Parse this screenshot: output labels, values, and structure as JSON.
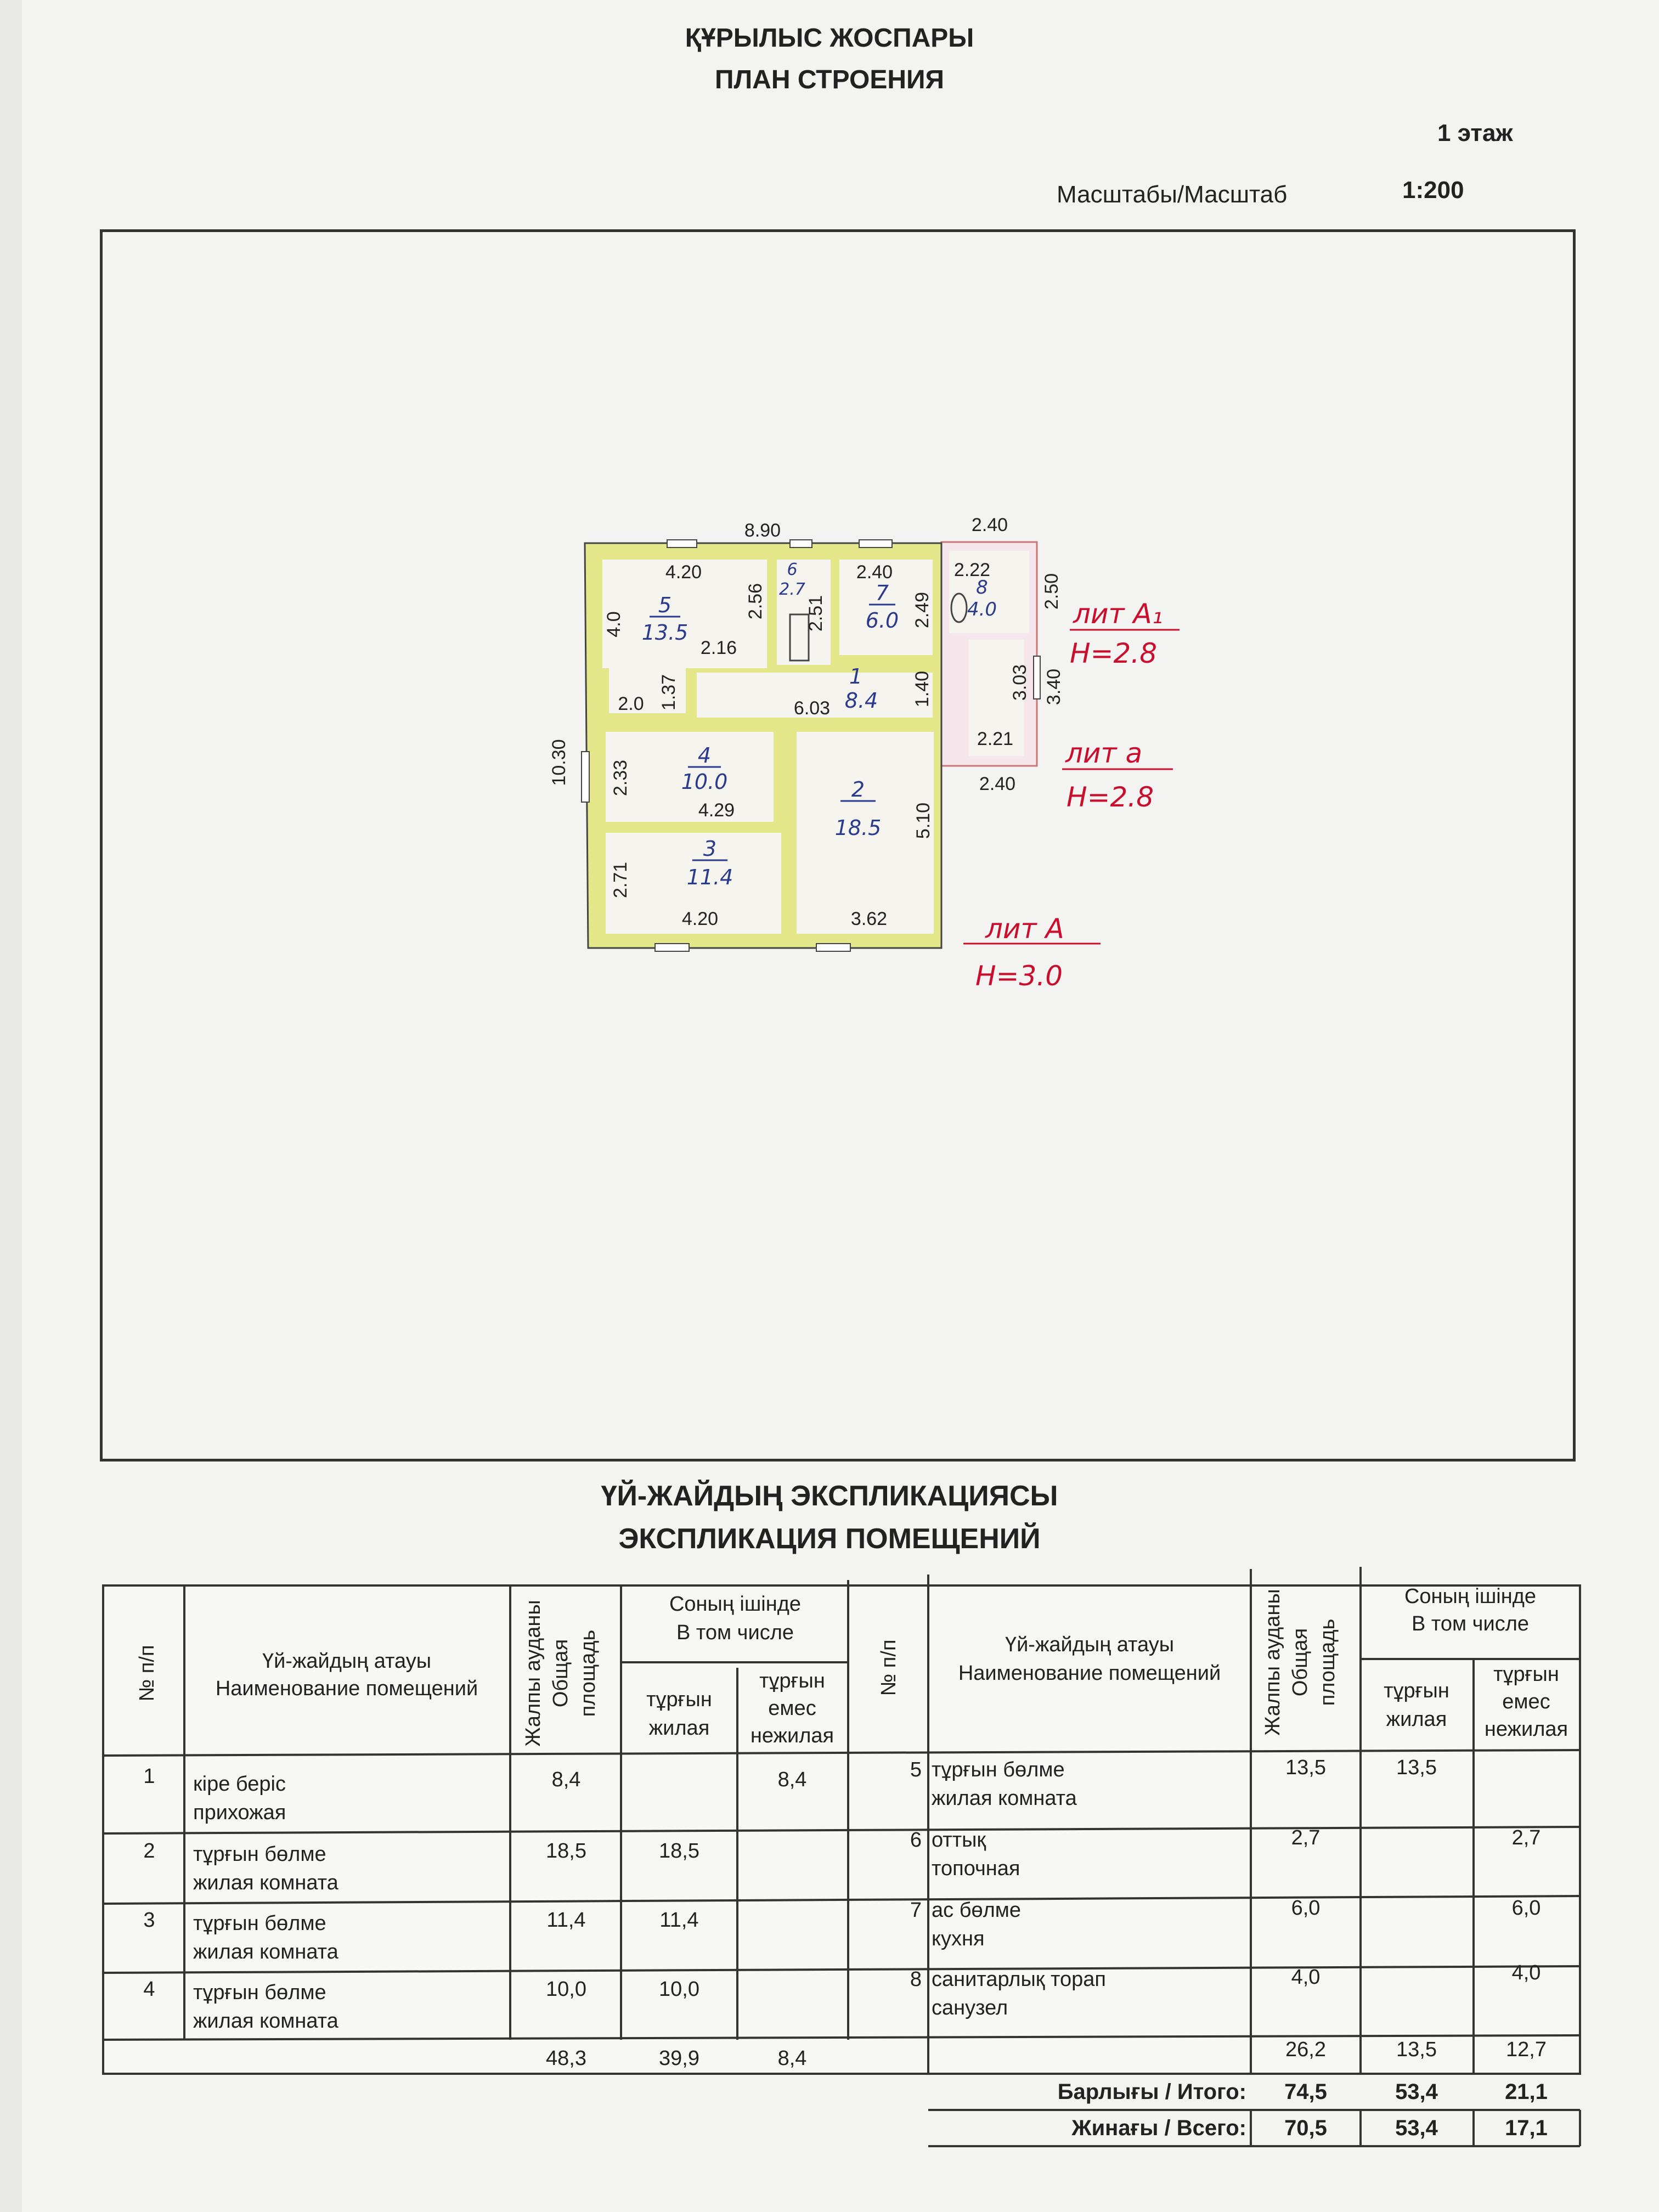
{
  "header": {
    "title_kz": "ҚҰРЫЛЫС ЖОСПАРЫ",
    "title_ru": "ПЛАН СТРОЕНИЯ",
    "floor": "1 этаж",
    "scale_label": "Масштабы/Масштаб",
    "scale_value": "1:200"
  },
  "plan": {
    "dims": {
      "top_total": "8.90",
      "left_total": "10.30",
      "r5_w": "4.20",
      "r5_h": "4.0",
      "r5_right": "2.56",
      "r5_inner": "2.16",
      "r5_small": "2.0",
      "r5_door": "1.37",
      "r6_h": "2.51",
      "r7_w": "2.40",
      "r7_h": "2.49",
      "ext_top": "2.40",
      "r8_w": "2.22",
      "ext_right": "2.50",
      "corridor_w": "6.03",
      "corridor_h": "1.40",
      "veranda_h": "3.03",
      "ext_h": "3.40",
      "veranda_w": "2.21",
      "ext_bottom": "2.40",
      "r4_h": "2.33",
      "r4_w": "4.29",
      "r2_h": "5.10",
      "r3_h": "2.71",
      "r3_w": "4.20",
      "r2_w": "3.62"
    },
    "rooms": [
      {
        "num": "5",
        "area": "13.5"
      },
      {
        "num": "6",
        "area": "2.7"
      },
      {
        "num": "7",
        "area": "6.0"
      },
      {
        "num": "8",
        "area": "4.0"
      },
      {
        "num": "1",
        "area": "8.4"
      },
      {
        "num": "4",
        "area": "10.0"
      },
      {
        "num": "2",
        "area": "18.5"
      },
      {
        "num": "3",
        "area": "11.4"
      }
    ],
    "annotations": {
      "lit_a1": "лит А₁",
      "h_a1": "Н=2.8",
      "lit_a_small": "лит а",
      "h_a_small": "Н=2.8",
      "lit_a": "лит А",
      "h_a": "Н=3.0"
    }
  },
  "explication": {
    "title_kz": "ҮЙ-ЖАЙДЫҢ ЭКСПЛИКАЦИЯСЫ",
    "title_ru": "ЭКСПЛИКАЦИЯ ПОМЕЩЕНИЙ",
    "headers": {
      "num": "№ п/п",
      "name_kz": "Үй-жайдың атауы",
      "name_ru": "Наименование помещений",
      "total_kz": "Жалпы ауданы",
      "total_ru": "Общая",
      "total_ru2": "площадь",
      "incl_kz": "Соның ішінде",
      "incl_ru": "В том числе",
      "living_kz": "тұрғын",
      "living_ru": "жилая",
      "nonliving_kz": "тұрғын",
      "nonliving_kz2": "емес",
      "nonliving_ru": "нежилая"
    },
    "left_rows": [
      {
        "num": "1",
        "kz": "кіре беріс",
        "ru": "прихожая",
        "total": "8,4",
        "living": "",
        "nonliving": "8,4"
      },
      {
        "num": "2",
        "kz": "тұрғын бөлме",
        "ru": "жилая комната",
        "total": "18,5",
        "living": "18,5",
        "nonliving": ""
      },
      {
        "num": "3",
        "kz": "тұрғын бөлме",
        "ru": "жилая комната",
        "total": "11,4",
        "living": "11,4",
        "nonliving": ""
      },
      {
        "num": "4",
        "kz": "тұрғын бөлме",
        "ru": "жилая комната",
        "total": "10,0",
        "living": "10,0",
        "nonliving": ""
      }
    ],
    "left_sum": {
      "total": "48,3",
      "living": "39,9",
      "nonliving": "8,4"
    },
    "right_rows": [
      {
        "num": "5",
        "kz": "тұрғын бөлме",
        "ru": "жилая комната",
        "total": "13,5",
        "living": "13,5",
        "nonliving": ""
      },
      {
        "num": "6",
        "kz": "оттық",
        "ru": "топочная",
        "total": "2,7",
        "living": "",
        "nonliving": "2,7"
      },
      {
        "num": "7",
        "kz": "ас бөлме",
        "ru": "кухня",
        "total": "6,0",
        "living": "",
        "nonliving": "6,0"
      },
      {
        "num": "8",
        "kz": "санитарлық торап",
        "ru": "санузел",
        "total": "4,0",
        "living": "",
        "nonliving": "4,0"
      }
    ],
    "right_sum": {
      "total": "26,2",
      "living": "13,5",
      "nonliving": "12,7"
    },
    "itogo": {
      "label": "Барлығы / Итого:",
      "total": "74,5",
      "living": "53,4",
      "nonliving": "21,1"
    },
    "vsego": {
      "label": "Жинағы / Всего:",
      "total": "70,5",
      "living": "53,4",
      "nonliving": "17,1"
    }
  }
}
